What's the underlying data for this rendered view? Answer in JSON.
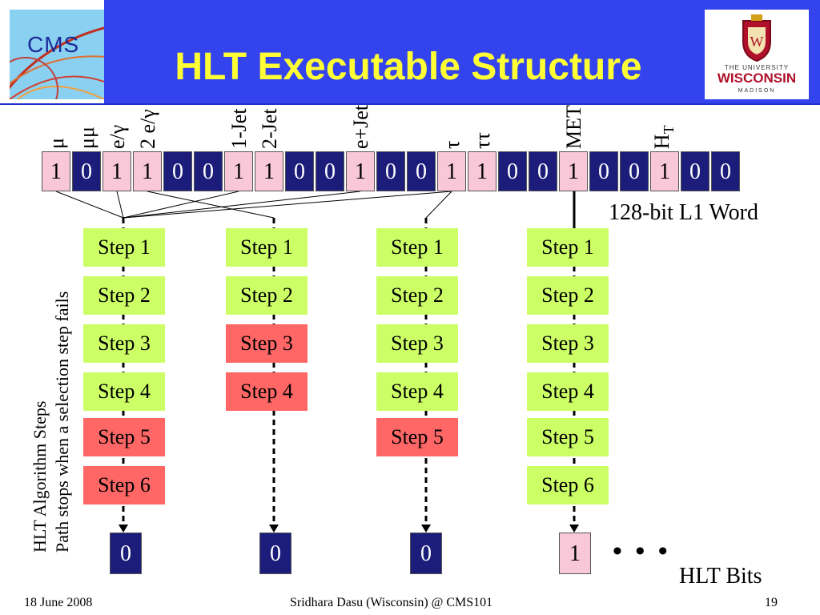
{
  "header": {
    "title": "HLT Executable Structure",
    "cms_logo_text": "CMS",
    "university": {
      "top": "THE UNIVERSITY",
      "name": "WISCONSIN",
      "bottom": "MADISON"
    }
  },
  "bit_labels": {
    "b0": "μ",
    "b1": "μμ",
    "b2": "e/γ",
    "b3": "2 e/γ",
    "b6": "1-Jet",
    "b7": "2-Jet",
    "b10": "e+Jet",
    "b13": "τ",
    "b14": "ττ",
    "b17": "MET",
    "b20": "HT"
  },
  "l1_bits": [
    "1",
    "0",
    "1",
    "1",
    "0",
    "0",
    "1",
    "1",
    "0",
    "0",
    "1",
    "0",
    "0",
    "1",
    "1",
    "0",
    "0",
    "1",
    "0",
    "0",
    "1",
    "0",
    "0"
  ],
  "l1_word_label": "128-bit L1 Word",
  "paths": [
    {
      "steps": [
        {
          "label": "Step 1",
          "status": "pass"
        },
        {
          "label": "Step 2",
          "status": "pass"
        },
        {
          "label": "Step 3",
          "status": "pass"
        },
        {
          "label": "Step 4",
          "status": "pass"
        },
        {
          "label": "Step 5",
          "status": "fail"
        },
        {
          "label": "Step 6",
          "status": "fail"
        }
      ],
      "output": "0"
    },
    {
      "steps": [
        {
          "label": "Step 1",
          "status": "pass"
        },
        {
          "label": "Step 2",
          "status": "pass"
        },
        {
          "label": "Step 3",
          "status": "fail"
        },
        {
          "label": "Step 4",
          "status": "fail"
        }
      ],
      "output": "0"
    },
    {
      "steps": [
        {
          "label": "Step 1",
          "status": "pass"
        },
        {
          "label": "Step 2",
          "status": "pass"
        },
        {
          "label": "Step 3",
          "status": "pass"
        },
        {
          "label": "Step 4",
          "status": "pass"
        },
        {
          "label": "Step 5",
          "status": "fail"
        }
      ],
      "output": "0"
    },
    {
      "steps": [
        {
          "label": "Step 1",
          "status": "pass"
        },
        {
          "label": "Step 2",
          "status": "pass"
        },
        {
          "label": "Step 3",
          "status": "pass"
        },
        {
          "label": "Step 4",
          "status": "pass"
        },
        {
          "label": "Step 5",
          "status": "pass"
        },
        {
          "label": "Step 6",
          "status": "pass"
        }
      ],
      "output": "1"
    }
  ],
  "side_text": {
    "line1": "HLT Algorithm Steps",
    "line2": "Path stops when a selection step fails"
  },
  "ellipsis": "• • •",
  "hlt_bits_label": "HLT Bits",
  "footer": {
    "date": "18 June 2008",
    "center": "Sridhara Dasu (Wisconsin) @ CMS101",
    "page": "19"
  },
  "colors": {
    "header_band": "#3344ee",
    "title": "#ffff33",
    "bit_on": "#f9c8d8",
    "bit_off": "#1c1c7a",
    "step_pass": "#ccff66",
    "step_fail": "#ff6666"
  }
}
